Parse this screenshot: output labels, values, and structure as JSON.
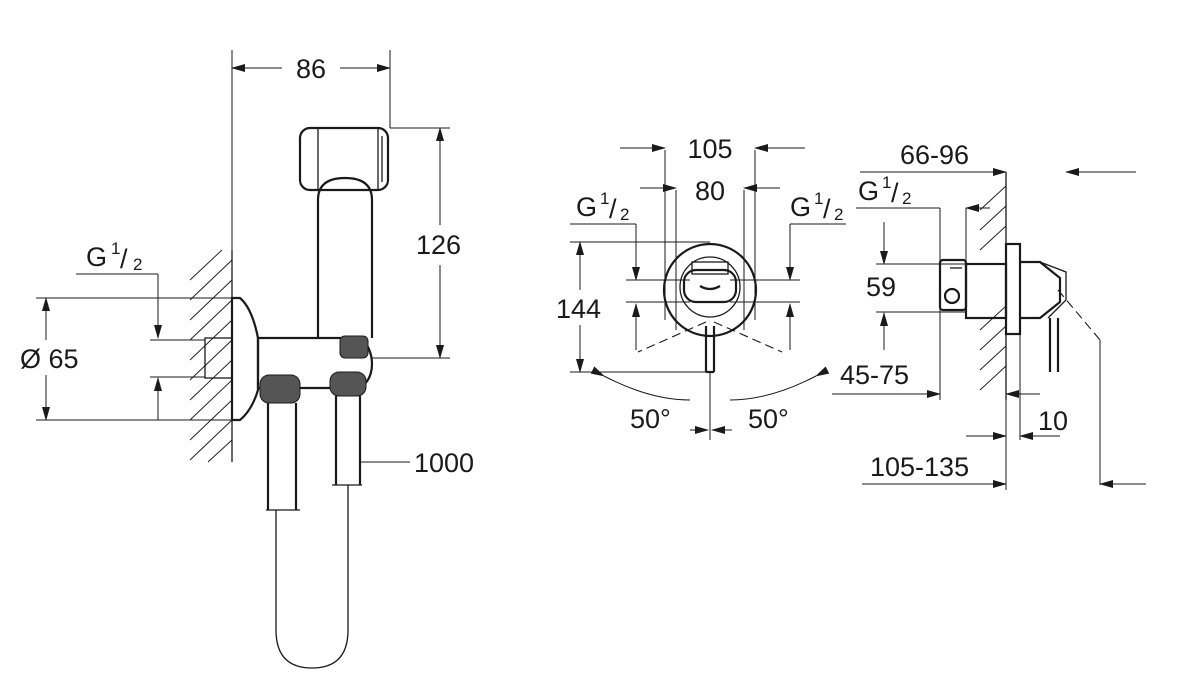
{
  "left_view": {
    "dim_width": "86",
    "dim_height": "126",
    "thread": {
      "base": "G",
      "numerator": "1",
      "slash": "/",
      "denominator": "2"
    },
    "diameter": "Ø 65",
    "hose_length": "1000"
  },
  "front_view": {
    "dim_outer": "105",
    "dim_inner": "80",
    "thread_left": {
      "base": "G",
      "numerator": "1",
      "slash": "/",
      "denominator": "2"
    },
    "thread_right": {
      "base": "G",
      "numerator": "1",
      "slash": "/",
      "denominator": "2"
    },
    "dim_height": "144",
    "angle_left": "50°",
    "angle_right": "50°"
  },
  "side_view": {
    "dim_depth_range": "66-96",
    "thread": {
      "base": "G",
      "numerator": "1",
      "slash": "/",
      "denominator": "2"
    },
    "dim_59": "59",
    "dim_45_75": "45-75",
    "dim_10": "10",
    "dim_105_135": "105-135"
  }
}
